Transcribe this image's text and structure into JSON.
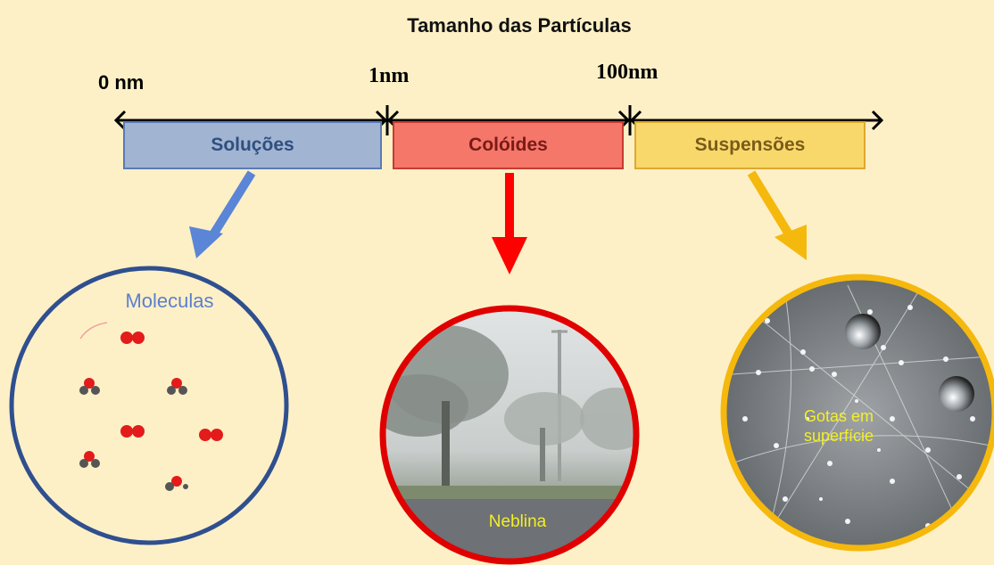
{
  "title": "Tamanho das Partículas",
  "scale": {
    "ticks": [
      "0 nm",
      "1nm",
      "100nm"
    ]
  },
  "categories": [
    {
      "label": "Soluções",
      "color": "#a1b4d2",
      "arrow_color": "#5b85d6"
    },
    {
      "label": "Colóides",
      "color": "#f4776a",
      "arrow_color": "#ff0000"
    },
    {
      "label": "Suspensões",
      "color": "#f9d86b",
      "arrow_color": "#f5b80d"
    }
  ],
  "examples": {
    "solutions_label": "Moleculas",
    "colloids_label": "Neblina",
    "suspensions_label_line1": "Gotas em",
    "suspensions_label_line2": "superfície"
  },
  "colors": {
    "background": "#fdf0c6",
    "solutions_circle": "#2f4f8f",
    "colloids_circle": "#e00000",
    "suspensions_circle": "#f5b80d"
  }
}
